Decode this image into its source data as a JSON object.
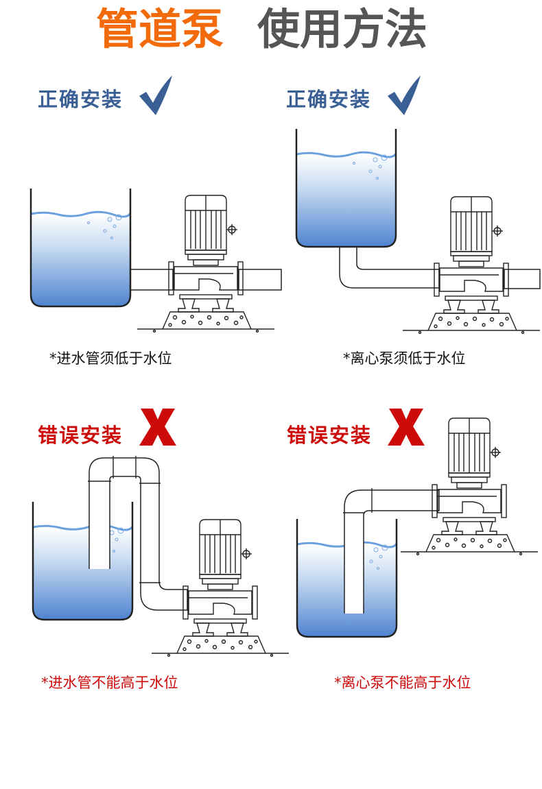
{
  "title": {
    "part1": "管道泵",
    "part2": "使用方法"
  },
  "colors": {
    "orange": "#f26a0a",
    "gray": "#555555",
    "blue": "#3a5f94",
    "red": "#cc0a0a",
    "water": "#5b8fd6"
  },
  "panels": [
    {
      "label": "正确安装",
      "mark": "check-icon",
      "caption": "*进水管须低于水位"
    },
    {
      "label": "正确安装",
      "mark": "check-icon",
      "caption": "*离心泵须低于水位"
    },
    {
      "label": "错误安装",
      "mark": "x-icon",
      "caption": "*进水管不能高于水位"
    },
    {
      "label": "错误安装",
      "mark": "x-icon",
      "caption": "*离心泵不能高于水位"
    }
  ]
}
